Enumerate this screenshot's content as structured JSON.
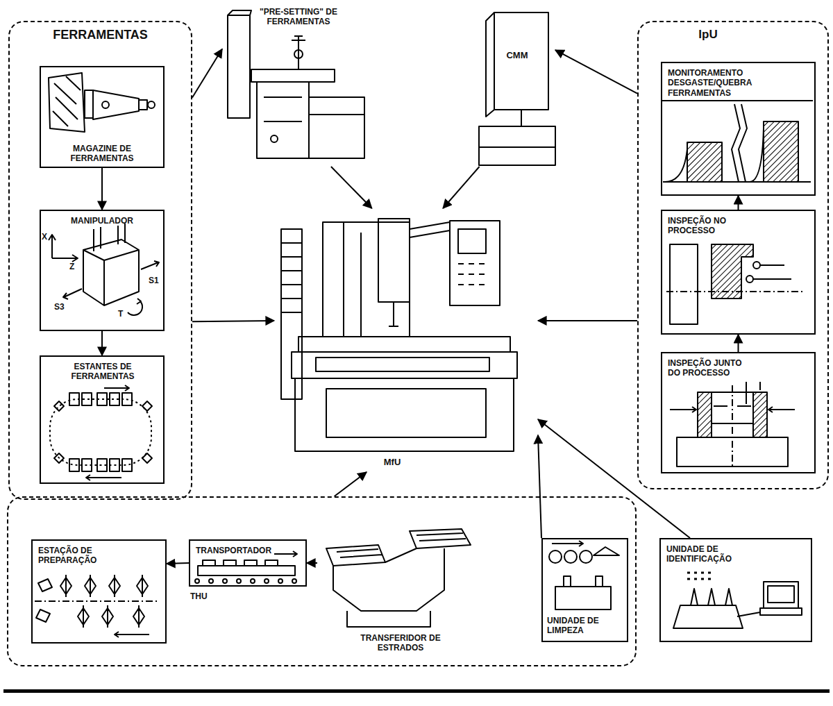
{
  "diagram": {
    "nodes": [
      {
        "text": [
          "FERRAMENTAS"
        ]
      },
      {
        "text": [
          "MAGAZINE DE FERRAMENTAS"
        ],
        "in": 0
      },
      {
        "text": [
          "MANIPULADOR"
        ],
        "in": 0
      },
      {
        "text": [
          "ESTANTES DE FERRAMENTAS"
        ],
        "in": 0
      },
      {
        "text": [
          "\"PRE-SETTING\" DE FERRAMENTAS"
        ]
      },
      {
        "text": [
          "CMM"
        ]
      },
      {
        "text": [
          "IpU"
        ]
      },
      {
        "text": [
          "MONITORAMENTO DESGASTE/QUEBRA FERRAMENTAS"
        ],
        "in": 6
      },
      {
        "text": [
          "INSPEÇÃO NO PROCESSO"
        ],
        "in": 6
      },
      {
        "text": [
          "INSPEÇÃO JUNTO DO PROCESSO"
        ],
        "in": 6
      },
      {
        "text": [
          "MfU"
        ]
      },
      {
        "text": [
          "THU"
        ]
      },
      {
        "text": [
          "ESTAÇÃO DE PREPARAÇÃO"
        ],
        "in": 11
      },
      {
        "text": [
          "TRANSPORTADOR"
        ],
        "in": 11
      },
      {
        "text": [
          "TRANSFERIDOR DE ESTRADOS"
        ],
        "in": 11
      },
      {
        "text": [
          "UNIDADE DE LIMPEZA"
        ]
      },
      {
        "text": [
          "UNIDADE DE IDENTIFICAÇÃO"
        ]
      }
    ],
    "edges": [
      {
        "from": 0,
        "to": 4,
        "arrow": "to"
      },
      {
        "from": 0,
        "to": 10,
        "arrow": "to"
      },
      {
        "from": 1,
        "to": 2,
        "arrow": "to"
      },
      {
        "from": 2,
        "to": 3,
        "arrow": "to"
      },
      {
        "from": 4,
        "to": 10,
        "arrow": "to"
      },
      {
        "from": 5,
        "to": 10,
        "arrow": "to"
      },
      {
        "from": 6,
        "to": 5,
        "arrow": "to"
      },
      {
        "from": 6,
        "to": 10,
        "arrow": "to"
      },
      {
        "from": 9,
        "to": 8,
        "arrow": "to"
      },
      {
        "from": 8,
        "to": 7,
        "arrow": "to"
      },
      {
        "from": 11,
        "to": 10,
        "arrow": "to"
      },
      {
        "from": 13,
        "to": 12,
        "arrow": "to"
      },
      {
        "from": 14,
        "to": 13,
        "arrow": "to"
      },
      {
        "from": 15,
        "to": 10,
        "arrow": "to"
      },
      {
        "from": 16,
        "to": 10,
        "arrow": "to"
      }
    ],
    "labels": [
      "X",
      "Z",
      "S1",
      "S3",
      "T"
    ]
  }
}
